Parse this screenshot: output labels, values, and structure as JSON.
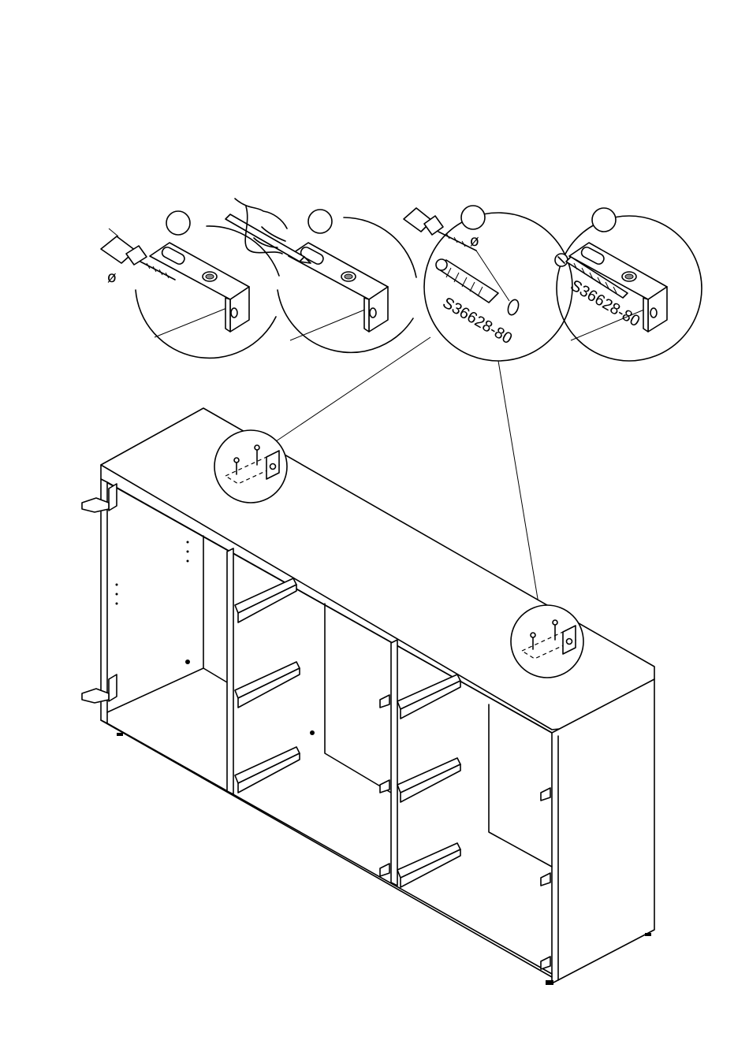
{
  "diagram": {
    "part_code_step3": "S36628-80",
    "part_code_step4": "S36628-80",
    "drill_symbol_step1": "ø",
    "drill_symbol_step3": "ø"
  },
  "icons": {
    "drill": "drill-icon",
    "pencil": "pencil-icon",
    "wall_plug": "wall-plug-icon",
    "screw": "screw-icon",
    "bracket": "wall-bracket-icon"
  }
}
